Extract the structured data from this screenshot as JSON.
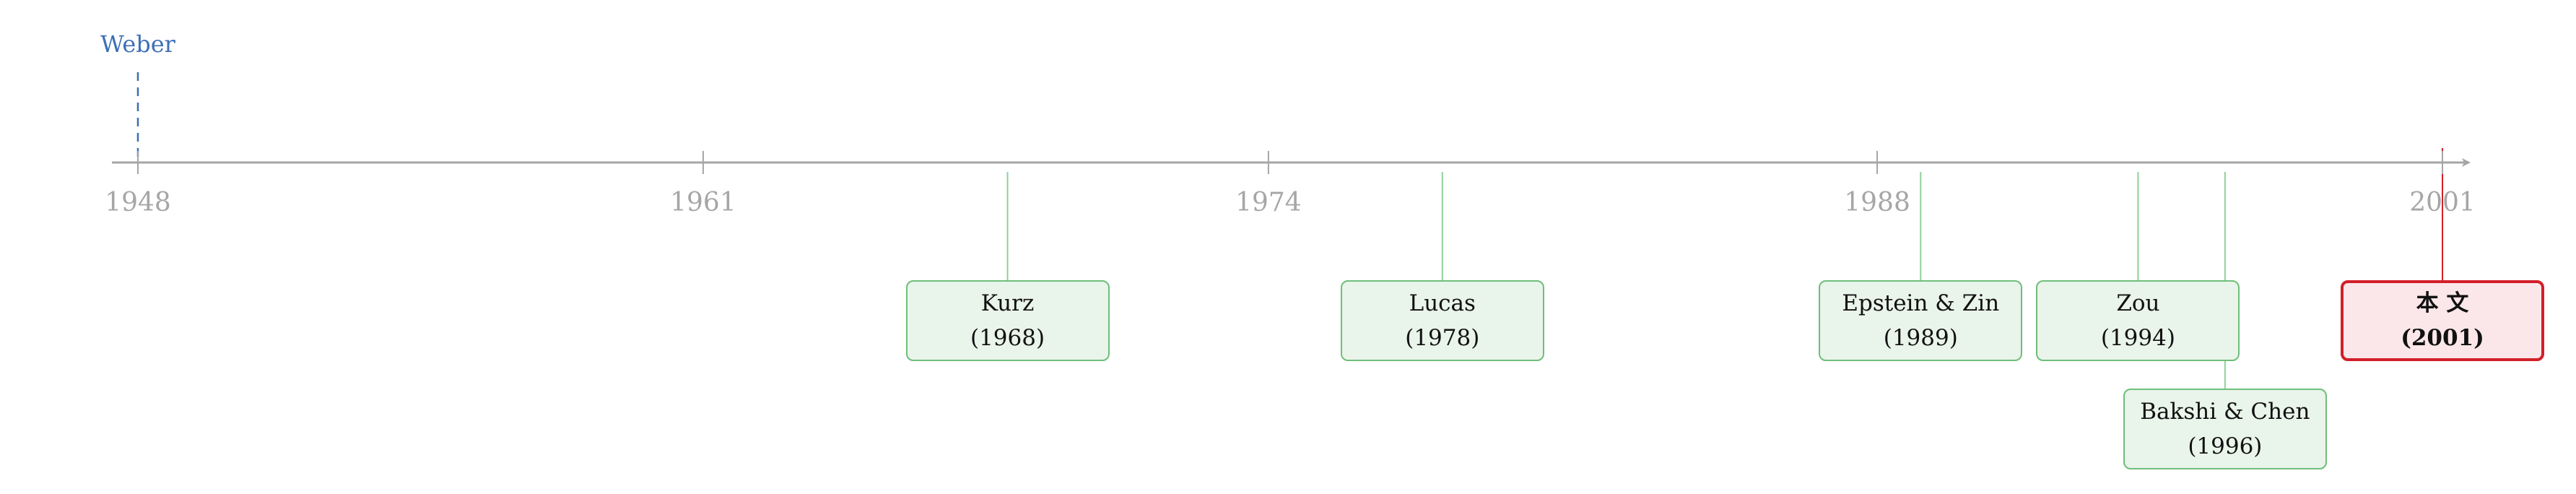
{
  "timeline": {
    "ticks": [
      "1948",
      "1961",
      "1974",
      "1988",
      "2001"
    ],
    "marker": {
      "label": "Weber",
      "year": 1948
    },
    "events": [
      {
        "name": "Kurz",
        "year_label": "(1968)",
        "year": 1968,
        "row": 0,
        "highlight": false
      },
      {
        "name": "Lucas",
        "year_label": "(1978)",
        "year": 1978,
        "row": 0,
        "highlight": false
      },
      {
        "name": "Epstein & Zin",
        "year_label": "(1989)",
        "year": 1989,
        "row": 0,
        "highlight": false
      },
      {
        "name": "Zou",
        "year_label": "(1994)",
        "year": 1994,
        "row": 0,
        "highlight": false
      },
      {
        "name": "Bakshi & Chen",
        "year_label": "(1996)",
        "year": 1996,
        "row": 1,
        "highlight": false
      },
      {
        "name": "本 文",
        "year_label": "(2001)",
        "year": 2001,
        "row": 0,
        "highlight": true
      }
    ]
  },
  "colors": {
    "axis": "#a6a6a6",
    "tick_label": "#a6a6a6",
    "marker": "#3d6fb6",
    "event_line": "#8fd19a",
    "highlight_line": "#d21f2a"
  }
}
